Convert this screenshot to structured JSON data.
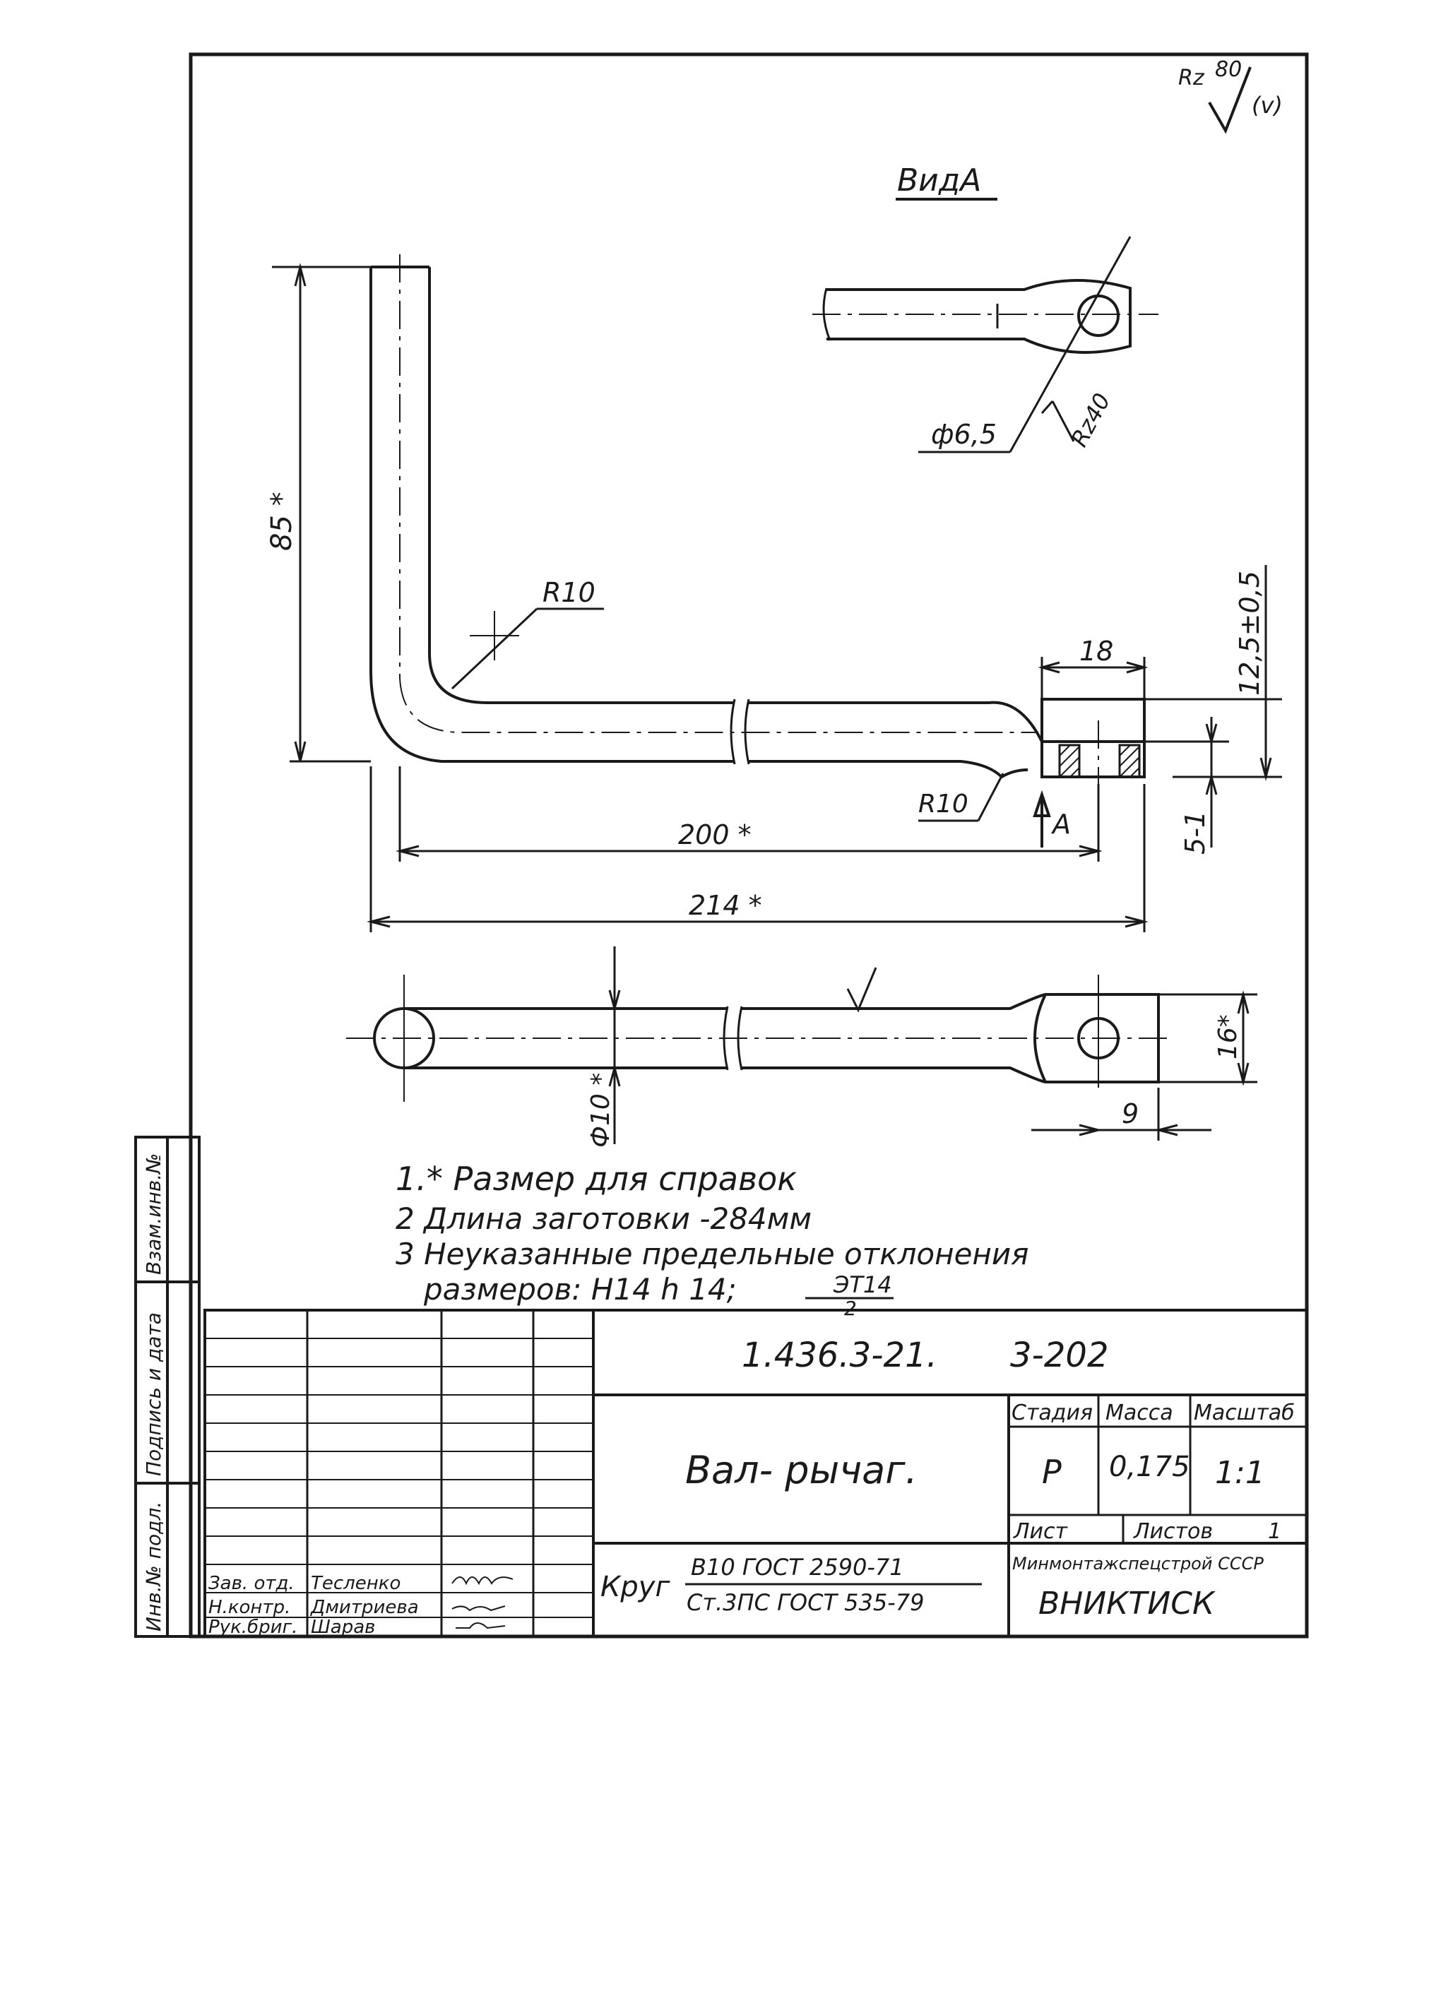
{
  "roughness": {
    "prefix": "Rz",
    "value": "80",
    "suffix": "(v)"
  },
  "view_label": "ВидА",
  "dims": {
    "hole_dia": "ф6,5",
    "hole_rz": "Rz40",
    "height": "85 *",
    "bend_radius": "R10",
    "end_height": "12,5±0,5",
    "tab_width": "18",
    "end_radius": "R10",
    "view_marker": "A",
    "offset": "5-1",
    "length_inner": "200 *",
    "length_total": "214 *",
    "rod_dia": "Ф10 *",
    "tab_height": "16*",
    "tab_offset": "9"
  },
  "notes": [
    "1.* Размер для справок",
    "2 Длина заготовки -284мм",
    "3 Неуказанные предельные отклонения",
    "размеров: Н14 h 14;"
  ],
  "notes_fraction": {
    "num": "ЭТ14",
    "den": "2"
  },
  "title_block": {
    "doc_number": "1.436.3-21.",
    "sheet_code": "3-202",
    "part_name": "Вал- рычаг.",
    "stage_header": "Стадия",
    "mass_header": "Масса",
    "scale_header": "Масштаб",
    "stage": "Р",
    "mass": "0,175",
    "scale": "1:1",
    "sheet_label": "Лист",
    "sheets_label": "Листов",
    "sheets_count": "1",
    "material_label": "Круг",
    "material_num": "В10 ГОСТ 2590-71",
    "material_den": "Ст.3ПС ГОСТ 535-79",
    "ministry": "Минмонтажспецстрой СССР",
    "org": "ВНИКТИСК",
    "roles": [
      {
        "role": "Зав. отд.",
        "name": "Тесленко"
      },
      {
        "role": "Н.контр.",
        "name": "Дмитриева"
      },
      {
        "role": "Рук.бриг.",
        "name": "Шарав"
      }
    ]
  },
  "side_stamp": [
    "Инв.№ подл.",
    "Подпись и дата",
    "Взам.инв.№"
  ]
}
